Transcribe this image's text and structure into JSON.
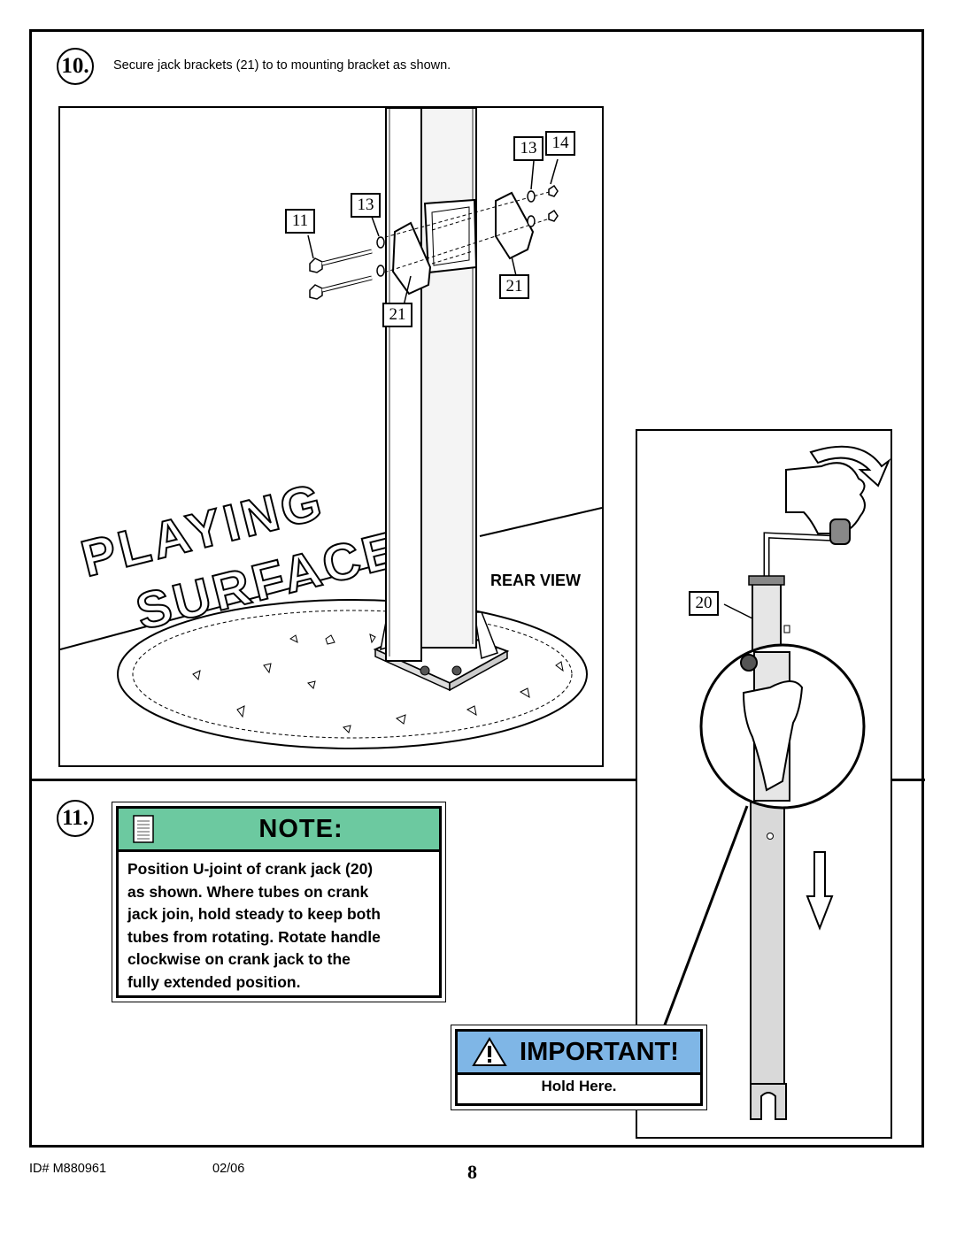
{
  "step10": {
    "number": "10.",
    "instruction": "Secure jack brackets (21) to to mounting bracket as shown."
  },
  "rear_view": {
    "label": "REAR VIEW",
    "callouts": [
      "13",
      "14",
      "13",
      "11",
      "21",
      "21"
    ],
    "ground_words": [
      "PLAYING",
      "SURFACE"
    ]
  },
  "jack": {
    "callout": "20"
  },
  "step11": {
    "number": "11.",
    "note_title": "NOTE:",
    "note_lines": [
      "Position U-joint of crank jack (20)",
      "as shown.  Where tubes on crank",
      "jack join, hold steady to keep both",
      "tubes from rotating.  Rotate handle",
      "clockwise on crank jack to the",
      "fully extended position."
    ]
  },
  "important": {
    "title": "IMPORTANT!",
    "text": "Hold Here."
  },
  "footer": {
    "id": "ID#   M880961",
    "date": "02/06",
    "page": "8"
  },
  "colors": {
    "note_header": "#6cc9a0",
    "important_header": "#7fb6e6"
  }
}
